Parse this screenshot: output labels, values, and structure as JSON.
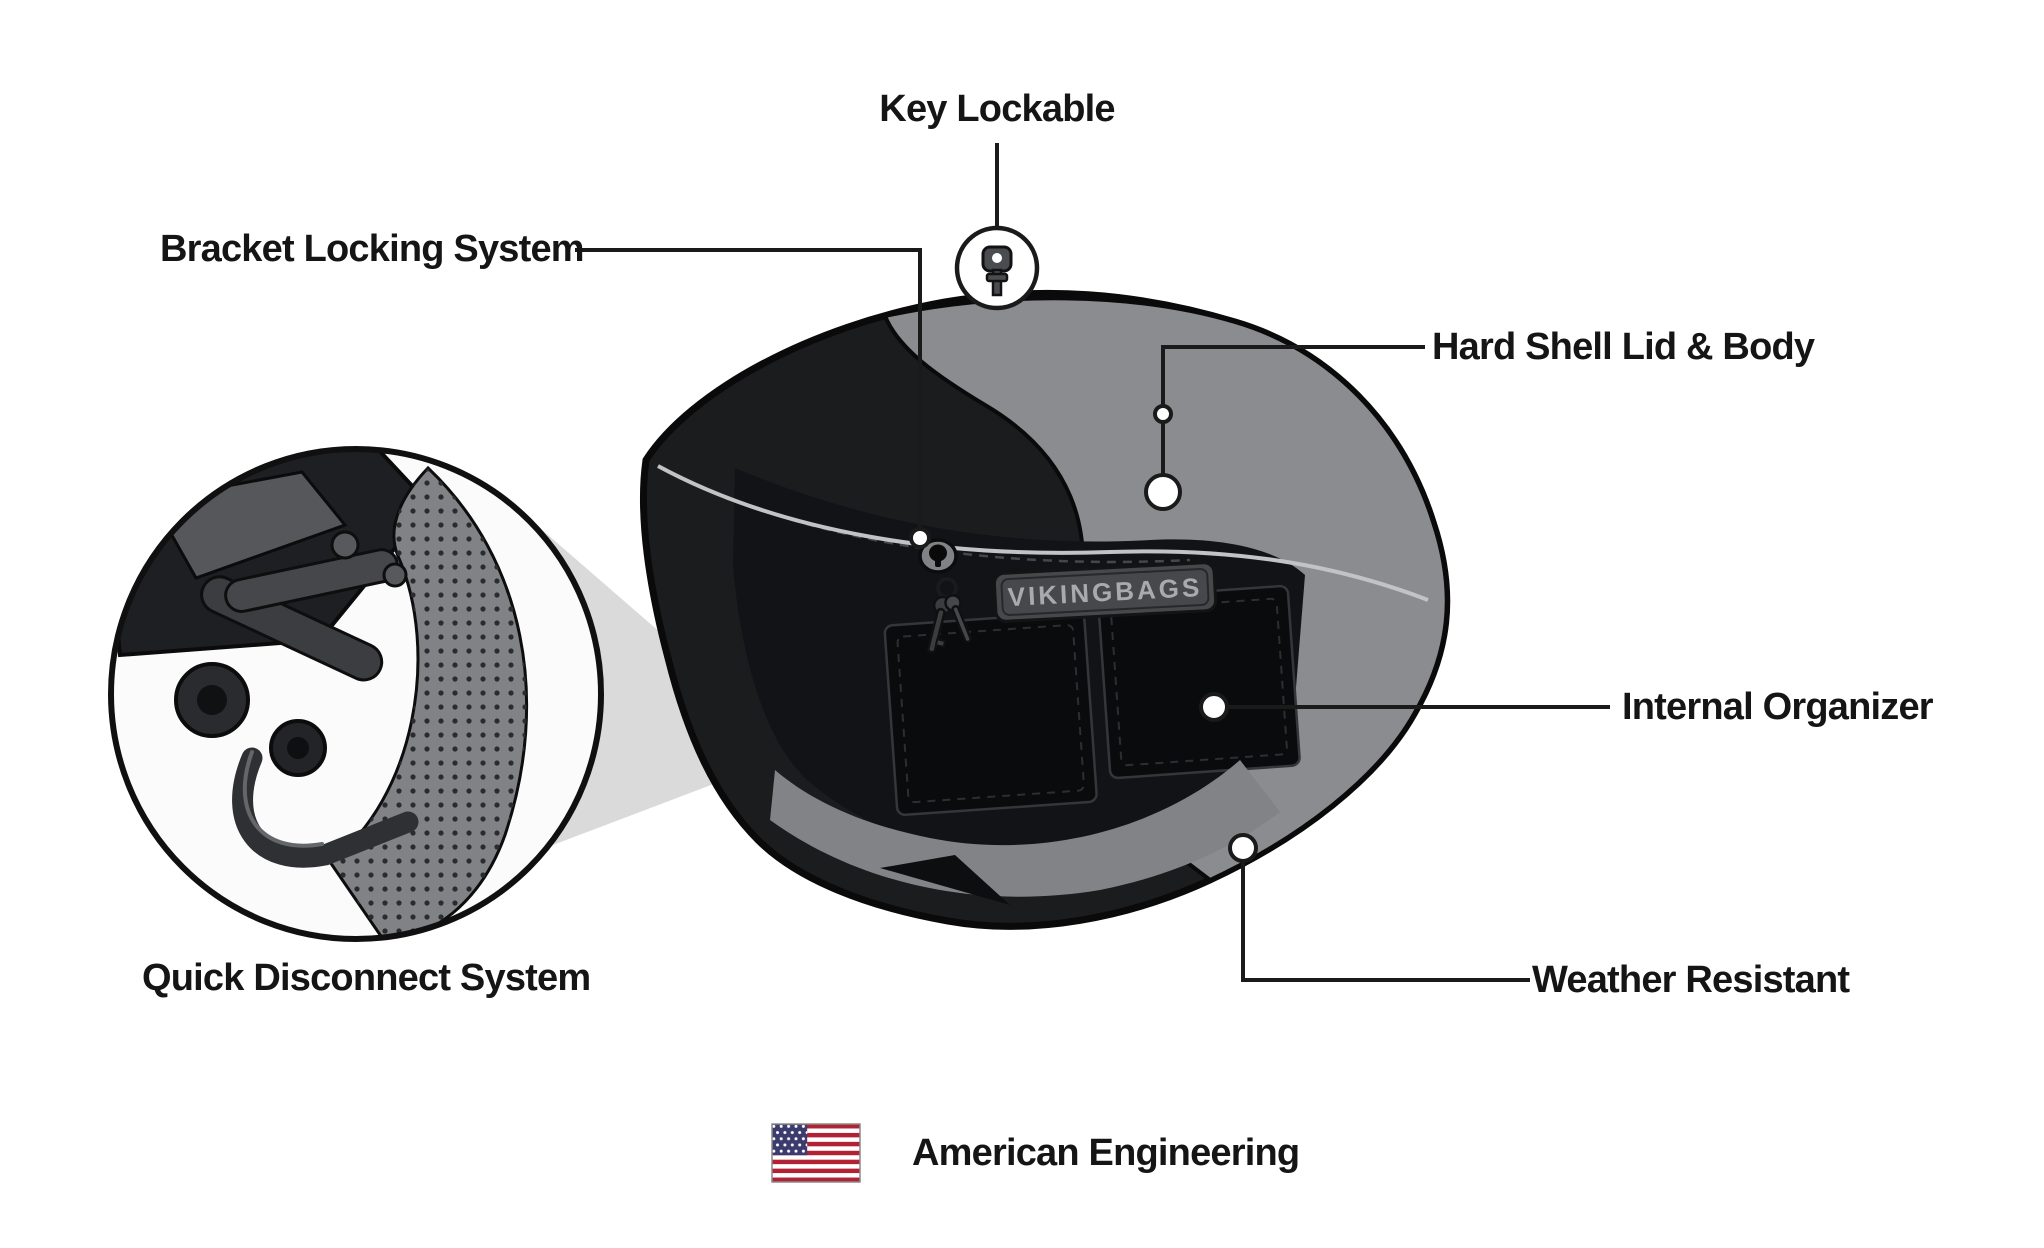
{
  "callouts": {
    "key_lockable": {
      "label": "Key Lockable"
    },
    "bracket_locking_system": {
      "label": "Bracket Locking System"
    },
    "hard_shell_lid_body": {
      "label": "Hard Shell Lid & Body"
    },
    "internal_organizer": {
      "label": "Internal Organizer"
    },
    "weather_resistant": {
      "label": "Weather Resistant"
    },
    "quick_disconnect_system": {
      "label": "Quick Disconnect System"
    }
  },
  "footer": {
    "label": "American Engineering"
  },
  "product": {
    "brand_plate_text": "VIKINGBAGS"
  },
  "colors": {
    "background": "#ffffff",
    "line": "#1a1a1a",
    "bag_body": "#1b1c1e",
    "lid_gray": "#8a8c8f",
    "wedge_gray": "#dadada",
    "flag_red": "#B22234",
    "flag_blue": "#3C3B6E"
  }
}
